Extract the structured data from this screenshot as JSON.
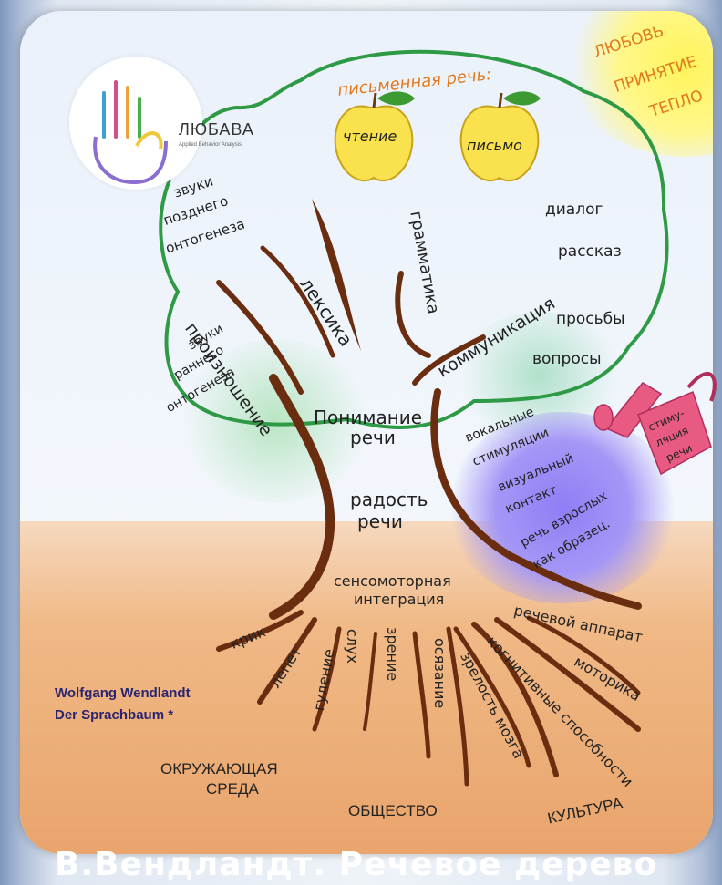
{
  "logo": {
    "name": "ЛЮБАВА",
    "subtitle": "Applied Behavior Analysis"
  },
  "top_right": [
    "ЛЮБОВЬ",
    "ПРИНЯТИЕ",
    "ТЕПЛО"
  ],
  "written": {
    "title": "письменная речь:",
    "apple_left": "чтение",
    "apple_right": "письмо"
  },
  "crown": {
    "late_sounds": [
      "звуки",
      "позднего",
      "онтогенеза"
    ],
    "early_sounds": [
      "звуки",
      "раннего",
      "онтогенеза"
    ],
    "right_list": [
      "диалог",
      "рассказ",
      "просьбы",
      "вопросы"
    ]
  },
  "branches": {
    "pronunciation": "произношение",
    "lexicon": "лексика",
    "grammar": "грамматика",
    "communication": "коммуникация"
  },
  "trunk": {
    "understanding": [
      "Понимание",
      "речи"
    ],
    "joy": [
      "радость",
      "речи"
    ],
    "sensorimotor": [
      "сенсомоторная",
      "интеграция"
    ]
  },
  "purple": [
    "вокальные",
    "стимуляции",
    "визуальный",
    "контакт",
    "речь взрослых",
    "как образец."
  ],
  "watering_can": [
    "стиму-",
    "ляция",
    "речи"
  ],
  "roots_left": [
    "крик",
    "лепет",
    "гуление",
    "слух",
    "зрение",
    "осязание"
  ],
  "roots_right": [
    "речевой аппарат",
    "моторика",
    "когнитивные способности",
    "зрелость мозга"
  ],
  "ground": {
    "env": [
      "ОКРУЖАЮЩАЯ",
      "СРЕДА"
    ],
    "society": "ОБЩЕСТВО",
    "culture": "КУЛЬТУРА"
  },
  "author": [
    "Wolfgang Wendlandt",
    "Der Sprachbaum *"
  ],
  "footer_title": "В.Вендландт. Речевое дерево",
  "colors": {
    "trunk": "#6b2d0f",
    "crown_outline": "#2f9a45",
    "purple": "#8f7ef5",
    "sun": "#fff45a",
    "title": "#ffffff",
    "author": "#2a2470",
    "orange_text": "#e07a1f",
    "can": "#e95a83"
  }
}
